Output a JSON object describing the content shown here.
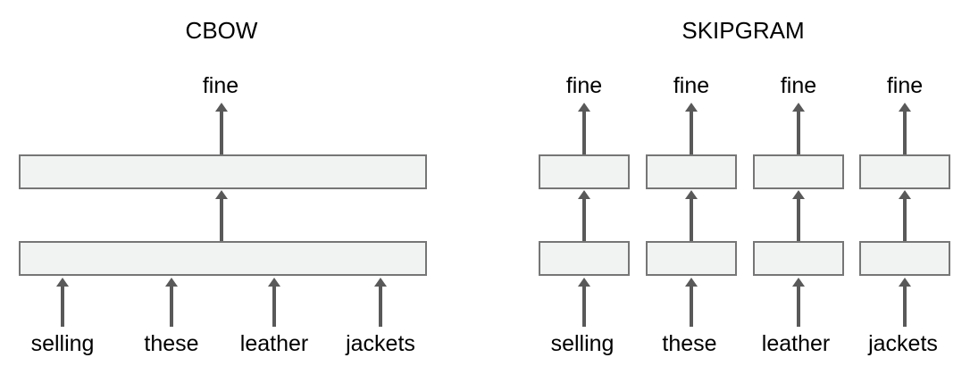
{
  "cbow": {
    "title": "CBOW",
    "output_label": "fine",
    "input_labels": [
      "selling",
      "these",
      "leather",
      "jackets"
    ]
  },
  "skipgram": {
    "title": "SKIPGRAM",
    "output_labels": [
      "fine",
      "fine",
      "fine",
      "fine"
    ],
    "input_labels": [
      "selling",
      "these",
      "leather",
      "jackets"
    ]
  },
  "colors": {
    "arrow": "#595959",
    "box_border": "#767676",
    "box_fill": "#f1f2f2",
    "text": "#000000",
    "background": "#ffffff"
  }
}
